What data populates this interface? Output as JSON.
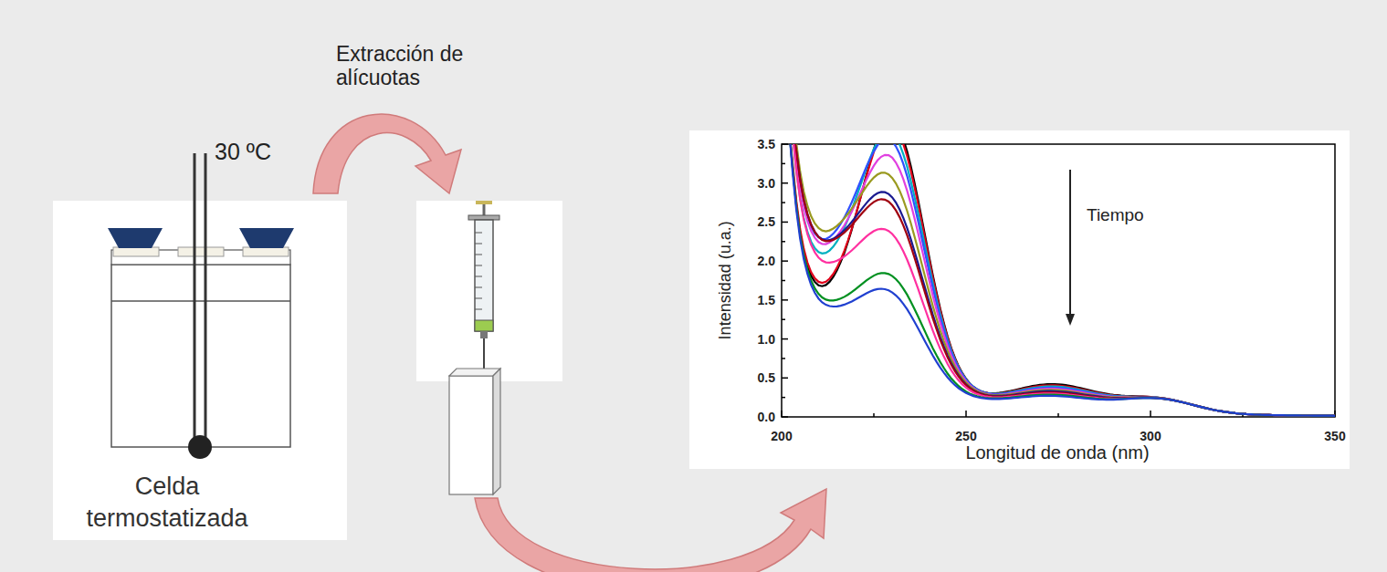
{
  "diagram": {
    "nodes": [
      {
        "text": [
          "Celda termostatizada"
        ]
      }
    ],
    "labels": [
      "30 ºC",
      "Extracción de alícuotas",
      "Tiempo",
      "3.5",
      "3.0",
      "2.5",
      "2.0",
      "1.5",
      "1.0",
      "0.5",
      "0.0",
      "200",
      "250",
      "300",
      "350",
      "Intensidad (u.a.)",
      "Longitud de onda (nm)"
    ]
  }
}
